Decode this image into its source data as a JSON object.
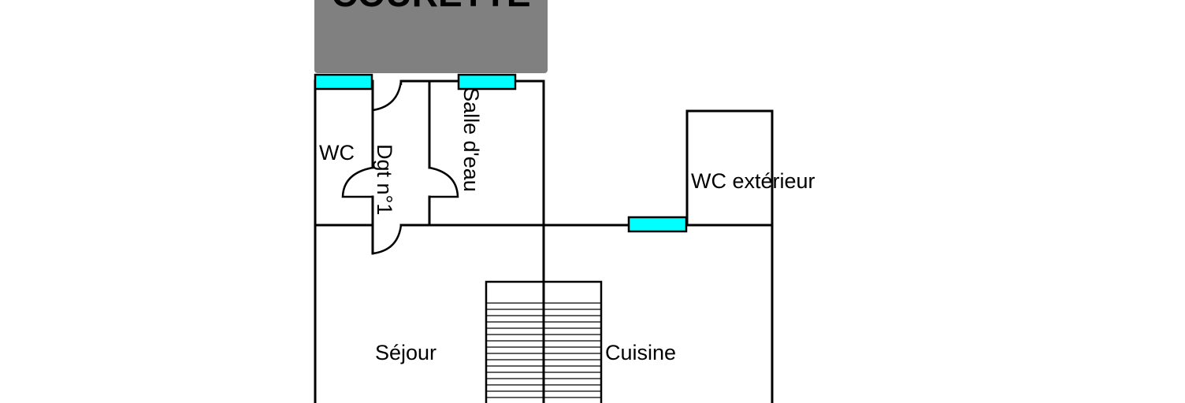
{
  "colors": {
    "courtyard": "#808080",
    "window": "#00ffff",
    "wall": "#000000",
    "background": "#ffffff"
  },
  "courtyard": {
    "label": "COURETTE"
  },
  "rooms": {
    "wc": "WC",
    "degagement": "Dgt n°1",
    "salle_deau": "Salle d'eau",
    "wc_exterieur": "WC extérieur",
    "sejour": "Séjour",
    "cuisine": "Cuisine"
  }
}
